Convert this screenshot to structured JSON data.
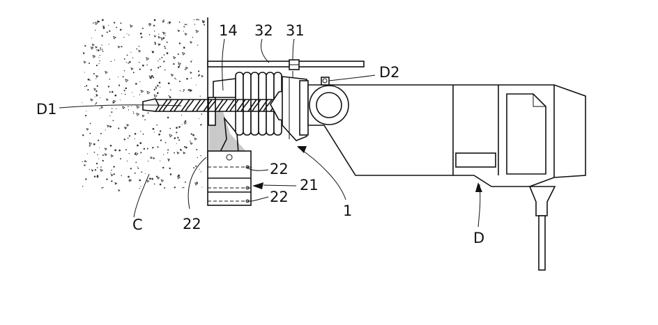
{
  "labels": {
    "l14": "14",
    "l32": "32",
    "l31": "31",
    "lD2": "D2",
    "lD1": "D1",
    "l22a": "22",
    "l21": "21",
    "l22b": "22",
    "l1": "1",
    "lC": "C",
    "l22c": "22",
    "lD": "D"
  },
  "colors": {
    "line": "#111111",
    "concrete_dots": "#333333",
    "hatch_fill": "#bdbdbd"
  }
}
